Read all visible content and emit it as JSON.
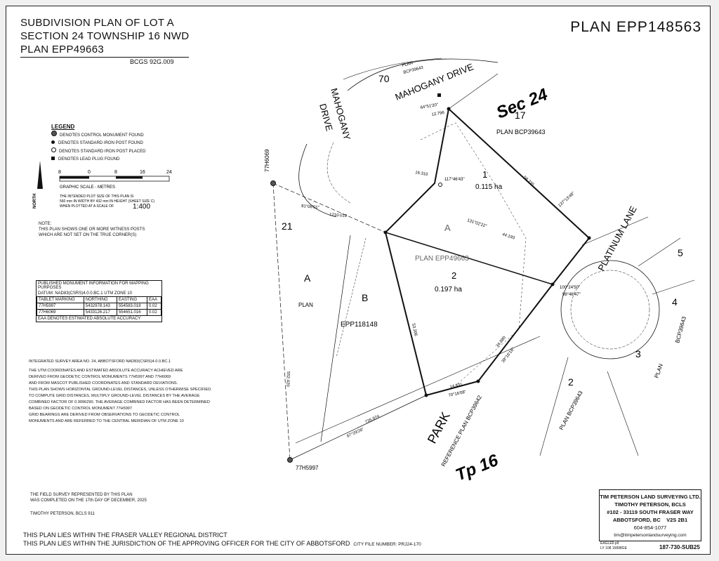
{
  "title": {
    "line1": "SUBDIVISION PLAN OF LOT A",
    "line2": "SECTION 24 TOWNSHIP 16 NWD",
    "line3": "PLAN EPP49663",
    "bcgs": "BCGS 92G.009",
    "plan_number": "PLAN EPP148563"
  },
  "legend": {
    "heading": "LEGEND",
    "items": [
      "DENOTES CONTROL MONUMENT FOUND",
      "DENOTES STANDARD IRON POST FOUND",
      "DENOTES STANDARD IRON POST PLACED",
      "DENOTES LEAD PLUG FOUND"
    ]
  },
  "scale": {
    "ticks": [
      "8",
      "0",
      "8",
      "16",
      "24"
    ],
    "caption": "GRAPHIC SCALE - METRES",
    "north": "NORTH",
    "note1": "THE INTENDED PLOT SIZE OF THIS PLAN IS",
    "note2": "560 mm IN WIDTH BY 432 mm IN HEIGHT (SHEET SIZE C)",
    "note3": "WHEN PLOTTED AT A SCALE OF",
    "ratio": "1:400"
  },
  "witness_note": {
    "l1": "NOTE:",
    "l2": "THIS PLAN SHOWS ONE OR MORE WITNESS POSTS",
    "l3": "WHICH ARE NOT SET ON THE TRUE CORNER(S)"
  },
  "monument_table": {
    "caption1": "PUBLISHED MONUMENT INFORMATION FOR MAPPING PURPOSES",
    "caption2": "DATUM: NAD83(CSRS)4.0.0.BC.1   UTM ZONE 10",
    "headers": [
      "TABLET MARKING",
      "NORTHING",
      "EASTING",
      "EAA"
    ],
    "rows": [
      [
        "77H5997",
        "5432978.143",
        "554583.018",
        "0.02"
      ],
      [
        "77H6069",
        "5433126.217",
        "554651.016",
        "0.02"
      ]
    ],
    "footer": "EAA   DENOTES ESTIMATED ABSOLUTE ACCURACY"
  },
  "notes": [
    "INTEGRATED SURVEY AREA NO. 24, ABBOTSFORD NAD83(CSRS)4.0.0.BC.1",
    "THE UTM COORDINATES AND ESTIMATED ABSOLUTE ACCURACY ACHIEVED ARE",
    "DERIVED FROM GEODETIC CONTROL MONUMENTS 77H5997 AND 77H6069",
    "AND FROM MASCOT PUBLISHED COORDINATES AND STANDARD DEVIATIONS.",
    "THIS PLAN SHOWS HORIZONTAL GROUND-LEVEL DISTANCES, UNLESS OTHERWISE SPECIFIED.",
    "TO COMPUTE GRID DISTANCES, MULTIPLY GROUND-LEVEL DISTANCES BY THE AVERAGE",
    "COMBINED FACTOR OF 0.9996290. THE AVERAGE COMBINED FACTOR HAS BEEN DETERMINED",
    "BASED ON GEODETIC CONTROL MONUMENT 77H5997",
    "GRID BEARINGS ARE DERIVED FROM OBSERVATIONS TO GEODETIC CONTROL",
    "MONUMENTS AND ARE REFERRED TO THE CENTRAL MERIDIAN OF UTM ZONE 10"
  ],
  "field_survey": {
    "l1": "THE FIELD SURVEY REPRESENTED BY THIS PLAN",
    "l2": "WAS COMPLETED ON THE 17th DAY OF DECEMBER, 2025",
    "signer": "TIMOTHY PETERSON, BCLS 911"
  },
  "jurisdiction": {
    "l1": "THIS PLAN LIES WITHIN THE FRASER VALLEY REGIONAL DISTRICT",
    "l2": "THIS PLAN LIES WITHIN THE JURISDICTION OF THE APPROVING OFFICER FOR THE CITY OF ABBOTSFORD",
    "city_file": "CITY FILE NUMBER: PRJ24-170"
  },
  "surveyor": {
    "firm": "TIM PETERSON LAND SURVEYING LTD.",
    "name": "TIMOTHY PETERSON, BCLS",
    "addr1": "#102 - 33119 SOUTH FRASER WAY",
    "city": "ABBOTSFORD, BC",
    "postal": "V2S 2B1",
    "phone": "604-854-1077",
    "email": "tim@timpetersonlandsurveying.com",
    "meta1": "EAGLE6.plt",
    "meta2": "LY 108   15898GE",
    "file": "187-730-SUB25"
  },
  "map": {
    "roads": {
      "mahogany_top": "MAHOGANY DRIVE",
      "mahogany_left": "MAHOGANY",
      "drive": "DRIVE",
      "platinum": "PLATINUM LANE"
    },
    "section": "Sec 24",
    "township": "Tp 16",
    "lot1": {
      "num": "1",
      "area": "0.115 ha"
    },
    "lot2": {
      "num": "2",
      "area": "0.197 ha"
    },
    "lotA": "A",
    "plan_epp49663": "PLAN          EPP49663",
    "lotB": "B",
    "epp118148": "EPP118148",
    "left_A": "A",
    "left_plan": "PLAN",
    "lot21": "21",
    "lot17": "17",
    "plan_bcp39643": "PLAN BCP39643",
    "lot70": "70",
    "plan_top": "PLAN",
    "bcp_top": "BCP39643",
    "park": "PARK",
    "ref_plan": "REFERENCE PLAN BCP39642",
    "lot5": "5",
    "lot4": "4",
    "lot3": "3",
    "plan3": "PLAN",
    "lot2b": "2",
    "plan_bcp_bottom": "PLAN BCP39643",
    "bcp_right": "BCP39643",
    "mon_top": "77H6069",
    "mon_bottom": "77H5997",
    "dims": {
      "d1": "16.310",
      "d2": "117°46'43\"",
      "d3": "131°02'22\"",
      "d4": "44.193",
      "d5": "58.235",
      "d6": "137°13'48\"",
      "d7": "12.796",
      "d8": "64°51'20\"",
      "d9": "1210.010",
      "d10": "81°08'01\"",
      "d11": "14.831",
      "d12": "70°16'08\"",
      "d13": "53.206",
      "d14": "34.880",
      "d15": "39°16'18\"",
      "d16": "735.974",
      "d17": "67°29'26\"",
      "d18": "552.420",
      "d19": "100°24'50\"",
      "d20": "98°46'47\""
    }
  }
}
